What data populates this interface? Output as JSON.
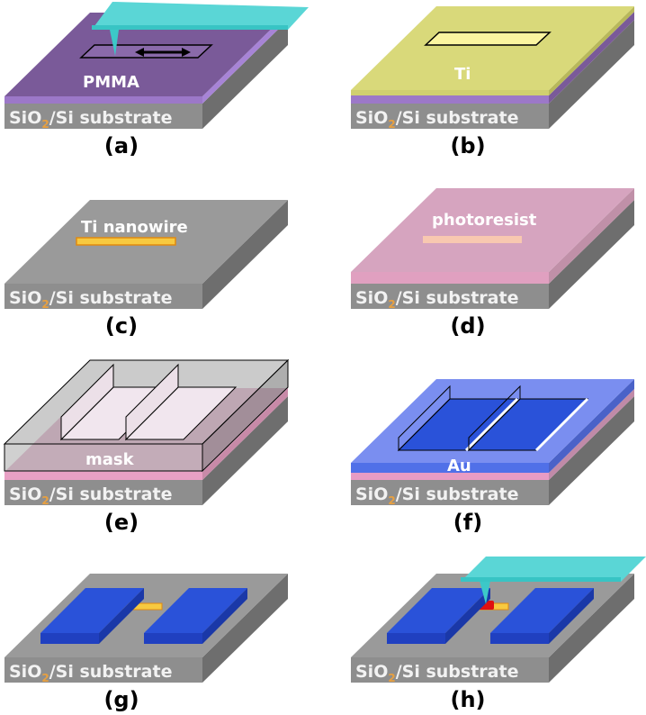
{
  "substrate_label": {
    "main": "SiO",
    "sub": "2",
    "rest": "/Si substrate"
  },
  "panels": {
    "a": {
      "caption": "(a)",
      "layer_label": "PMMA"
    },
    "b": {
      "caption": "(b)",
      "layer_label": "Ti"
    },
    "c": {
      "caption": "(c)",
      "layer_label": "Ti nanowire"
    },
    "d": {
      "caption": "(d)",
      "layer_label": "photoresist"
    },
    "e": {
      "caption": "(e)",
      "layer_label": "mask"
    },
    "f": {
      "caption": "(f)",
      "layer_label": "Au"
    },
    "g": {
      "caption": "(g)"
    },
    "h": {
      "caption": "(h)"
    }
  },
  "colors": {
    "substrate": "#8c8c8c",
    "pmma": "#7a5a99",
    "ti": "#d9d97a",
    "photoresist": "#d9a0c0",
    "au": "#2a52d9",
    "tip": "#5ad6d6"
  }
}
